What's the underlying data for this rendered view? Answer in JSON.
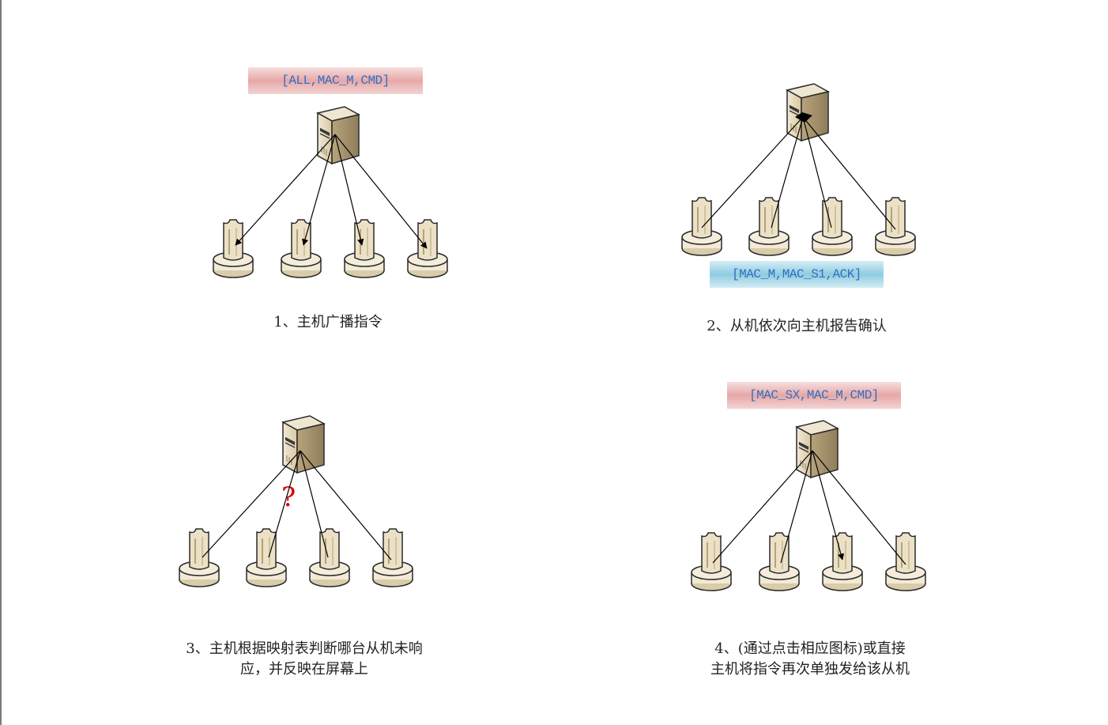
{
  "panels": [
    {
      "message": "[ALL,MAC_M,CMD]",
      "caption_lines": [
        "1、主机广播指令"
      ]
    },
    {
      "message": "[MAC_M,MAC_S1,ACK]",
      "caption_lines": [
        "2、从机依次向主机报告确认"
      ]
    },
    {
      "message": "",
      "caption_lines": [
        "3、主机根据映射表判断哪台从机未响",
        "应，并反映在屏幕上"
      ],
      "marker": "?"
    },
    {
      "message": "[MAC_SX,MAC_M,CMD]",
      "caption_lines": [
        "4、(通过点击相应图标)或直接",
        "主机将指令再次单独发给该从机"
      ]
    }
  ],
  "icons": {
    "master": "server-icon",
    "slave": "slave-node-icon"
  },
  "colors": {
    "message_text": "#2f6fc0",
    "message_pink": "#e7a7a7",
    "message_blue": "#8fcbe0",
    "marker": "#e00000",
    "line": "#000000"
  }
}
